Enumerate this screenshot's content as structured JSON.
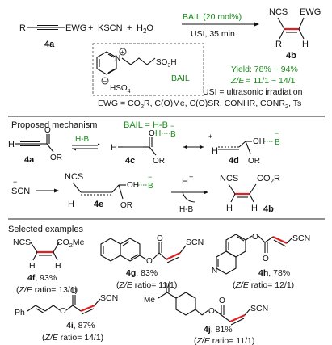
{
  "scheme": {
    "r_label": "R",
    "ewg_label": "EWG",
    "plus1": "+",
    "kscn": "KSCN",
    "plus2": "+",
    "h2o": "H",
    "h2o_sub": "2",
    "h2o_o": "O",
    "label_4a": "4a",
    "catalyst": "BAIL (20 mol%)",
    "conditions": "USI, 35 min",
    "product_ncs": "NCS",
    "product_ewg": "EWG",
    "product_r": "R",
    "product_h": "H",
    "label_4b": "4b",
    "yield": "Yield: 78% ~ 94%",
    "ze_prefix": "Z/E",
    "ze_value": "= 11/1 ~ 14/1",
    "usi_def": "USI = ultrasonic irradiation",
    "ewg_def": "EWG = CO",
    "ewg_def_rest": "R, C(O)Me, C(O)SR, CONHR, CONR",
    "ewg_def_end": ", Ts",
    "bail_n": "N",
    "bail_so3h": "SO",
    "bail_so3h_end": "H",
    "bail_hso4": "HSO",
    "bail_name": "BAIL",
    "plus_sign": "+",
    "minus_sign": "−"
  },
  "mechanism": {
    "title": "Proposed mechanism",
    "bail_def": "BAIL = H-B",
    "hb": "H-B",
    "h": "H",
    "o": "O",
    "or": "OR",
    "oh": "OH",
    "b": "B",
    "label_4a": "4a",
    "label_4c": "4c",
    "label_4d": "4d",
    "scn": "SCN",
    "ncs": "NCS",
    "label_4e": "4e",
    "hplus": "H",
    "co2r": "CO",
    "co2r_end": "R",
    "label_4b": "4b",
    "plus_sign": "+",
    "minus_sign": "−"
  },
  "examples": {
    "title": "Selected examples",
    "ex_4f": {
      "label": "4f",
      "yield": ", 93%",
      "ratio": "= 13/1)",
      "sub1": "NCS",
      "sub2": "CO",
      "sub2_end": "Me"
    },
    "ex_4g": {
      "label": "4g",
      "yield": ", 83%",
      "ratio": "= 11/1)",
      "sub": "SCN"
    },
    "ex_4h": {
      "label": "4h",
      "yield": ", 78%",
      "ratio": "= 12/1)",
      "sub": "SCN",
      "n": "N"
    },
    "ex_4i": {
      "label": "4i",
      "yield": ", 87%",
      "ratio": "= 14/1)",
      "sub": "SCN",
      "ph": "Ph"
    },
    "ex_4j": {
      "label": "4j",
      "yield": ", 81%",
      "ratio": "= 11/1)",
      "sub": "SCN",
      "me": "Me"
    },
    "ratio_prefix": "(",
    "ratio_ze": "Z/E",
    "ratio_word": " ratio",
    "o": "O",
    "h": "H"
  },
  "colors": {
    "green": "#1a8a1a",
    "red": "#e02020",
    "ink": "#111111"
  }
}
